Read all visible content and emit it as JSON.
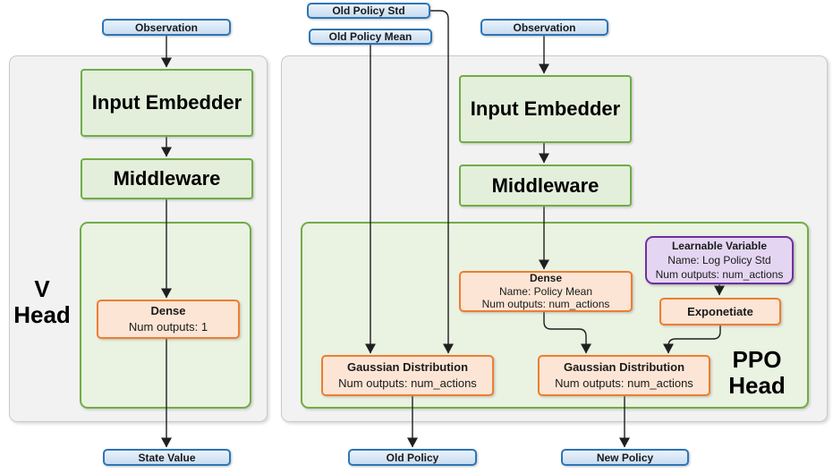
{
  "colors": {
    "io_border": "#2E75B6",
    "green_border": "#70AD47",
    "orange_border": "#ED7D31",
    "purple_border": "#7030A0",
    "panel_fill": "#F2F2F2",
    "container_fill": "#EAF2E1"
  },
  "v_head": {
    "title_line1": "V",
    "title_line2": "Head",
    "observation": "Observation",
    "input_embedder": "Input Embedder",
    "middleware": "Middleware",
    "dense": {
      "title": "Dense",
      "outputs": "Num outputs: 1"
    },
    "output": "State Value"
  },
  "ppo_head": {
    "title_line1": "PPO",
    "title_line2": "Head",
    "old_policy_std": "Old Policy Std",
    "old_policy_mean": "Old Policy Mean",
    "observation": "Observation",
    "input_embedder": "Input Embedder",
    "middleware": "Middleware",
    "dense": {
      "title": "Dense",
      "name": "Name: Policy Mean",
      "outputs": "Num outputs: num_actions"
    },
    "learnable_variable": {
      "title": "Learnable Variable",
      "name": "Name: Log Policy Std",
      "outputs": "Num outputs: num_actions"
    },
    "exponetiate": "Exponetiate",
    "gaussian_old": {
      "title": "Gaussian Distribution",
      "outputs": "Num outputs: num_actions"
    },
    "gaussian_new": {
      "title": "Gaussian Distribution",
      "outputs": "Num outputs: num_actions"
    },
    "old_policy": "Old Policy",
    "new_policy": "New Policy"
  }
}
